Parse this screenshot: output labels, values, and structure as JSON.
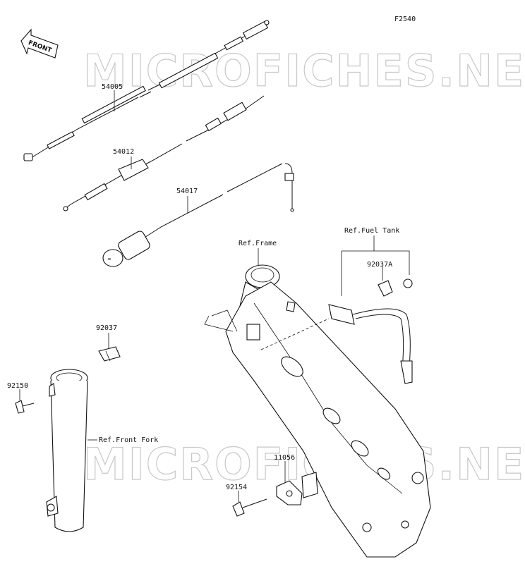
{
  "figure": {
    "id": "F2540"
  },
  "watermark": {
    "text": "MICROFICHES.NET"
  },
  "front_arrow": {
    "text": "FRONT"
  },
  "parts": [
    {
      "id": "part-54005",
      "number": "54005"
    },
    {
      "id": "part-54012",
      "number": "54012"
    },
    {
      "id": "part-54017",
      "number": "54017"
    },
    {
      "id": "part-92037",
      "number": "92037"
    },
    {
      "id": "part-92150",
      "number": "92150"
    },
    {
      "id": "part-92037a",
      "number": "92037A"
    },
    {
      "id": "part-11056",
      "number": "11056"
    },
    {
      "id": "part-92154",
      "number": "92154"
    }
  ],
  "references": {
    "fuel_tank": "Ref.Fuel Tank",
    "frame": "Ref.Frame",
    "front_fork": "Ref.Front Fork"
  }
}
